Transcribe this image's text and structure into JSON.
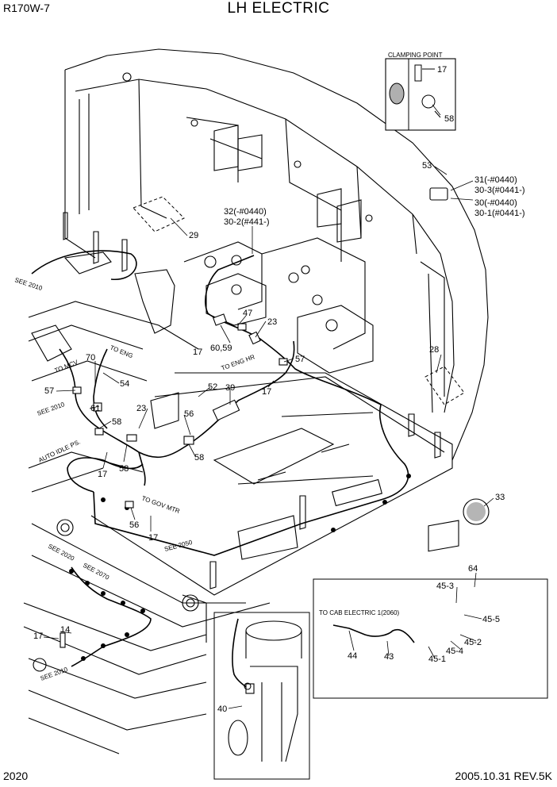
{
  "header": {
    "model": "R170W-7",
    "title": "LH ELECTRIC"
  },
  "footer": {
    "page": "2020",
    "date_rev": "2005.10.31  REV.5K"
  },
  "insets": {
    "clamping_point": "CLAMPING POINT",
    "to_cab_electric": "TO CAB ELECTRIC 1(2060)"
  },
  "callouts": {
    "c17a": "17",
    "c58a": "58",
    "c53": "53",
    "c31": "31(-#0440)",
    "c30_3": "30-3(#0441-)",
    "c30": "30(-#0440)",
    "c30_1": "30-1(#0441-)",
    "c32": "32(-#0440)",
    "c30_2": "30-2(#441-)",
    "c29": "29",
    "c47": "47",
    "c23a": "23",
    "c6059": "60,59",
    "c17b": "17",
    "c57a": "57",
    "c17c": "17",
    "c28": "28",
    "c70": "70",
    "c54": "54",
    "c57b": "57",
    "c61": "61",
    "c52": "52",
    "c39": "39",
    "c23b": "23",
    "c56a": "56",
    "c58b": "58",
    "c58c": "58",
    "c58d": "58",
    "c17d": "17",
    "c33": "33",
    "c56b": "56",
    "c17e": "17",
    "c14": "14",
    "c17f": "17",
    "c40": "40",
    "c64": "64",
    "c45_3": "45-3",
    "c45_5": "45-5",
    "c45_2": "45-2",
    "c45_4": "45-4",
    "c45_1": "45-1",
    "c44": "44",
    "c43": "43"
  },
  "notes": {
    "see2010a": "SEE 2010",
    "see2010b": "SEE 2010",
    "see2010c": "SEE 2010",
    "see2020": "SEE 2020",
    "see2070": "SEE 2070",
    "see2050": "SEE 2050",
    "to_mcv": "TO MCV",
    "to_eng": "TO ENG",
    "to_eng_hr": "TO ENG HR",
    "auto_idle": "AUTO IDLE PS.",
    "to_gov_mtr": "TO GOV MTR"
  }
}
